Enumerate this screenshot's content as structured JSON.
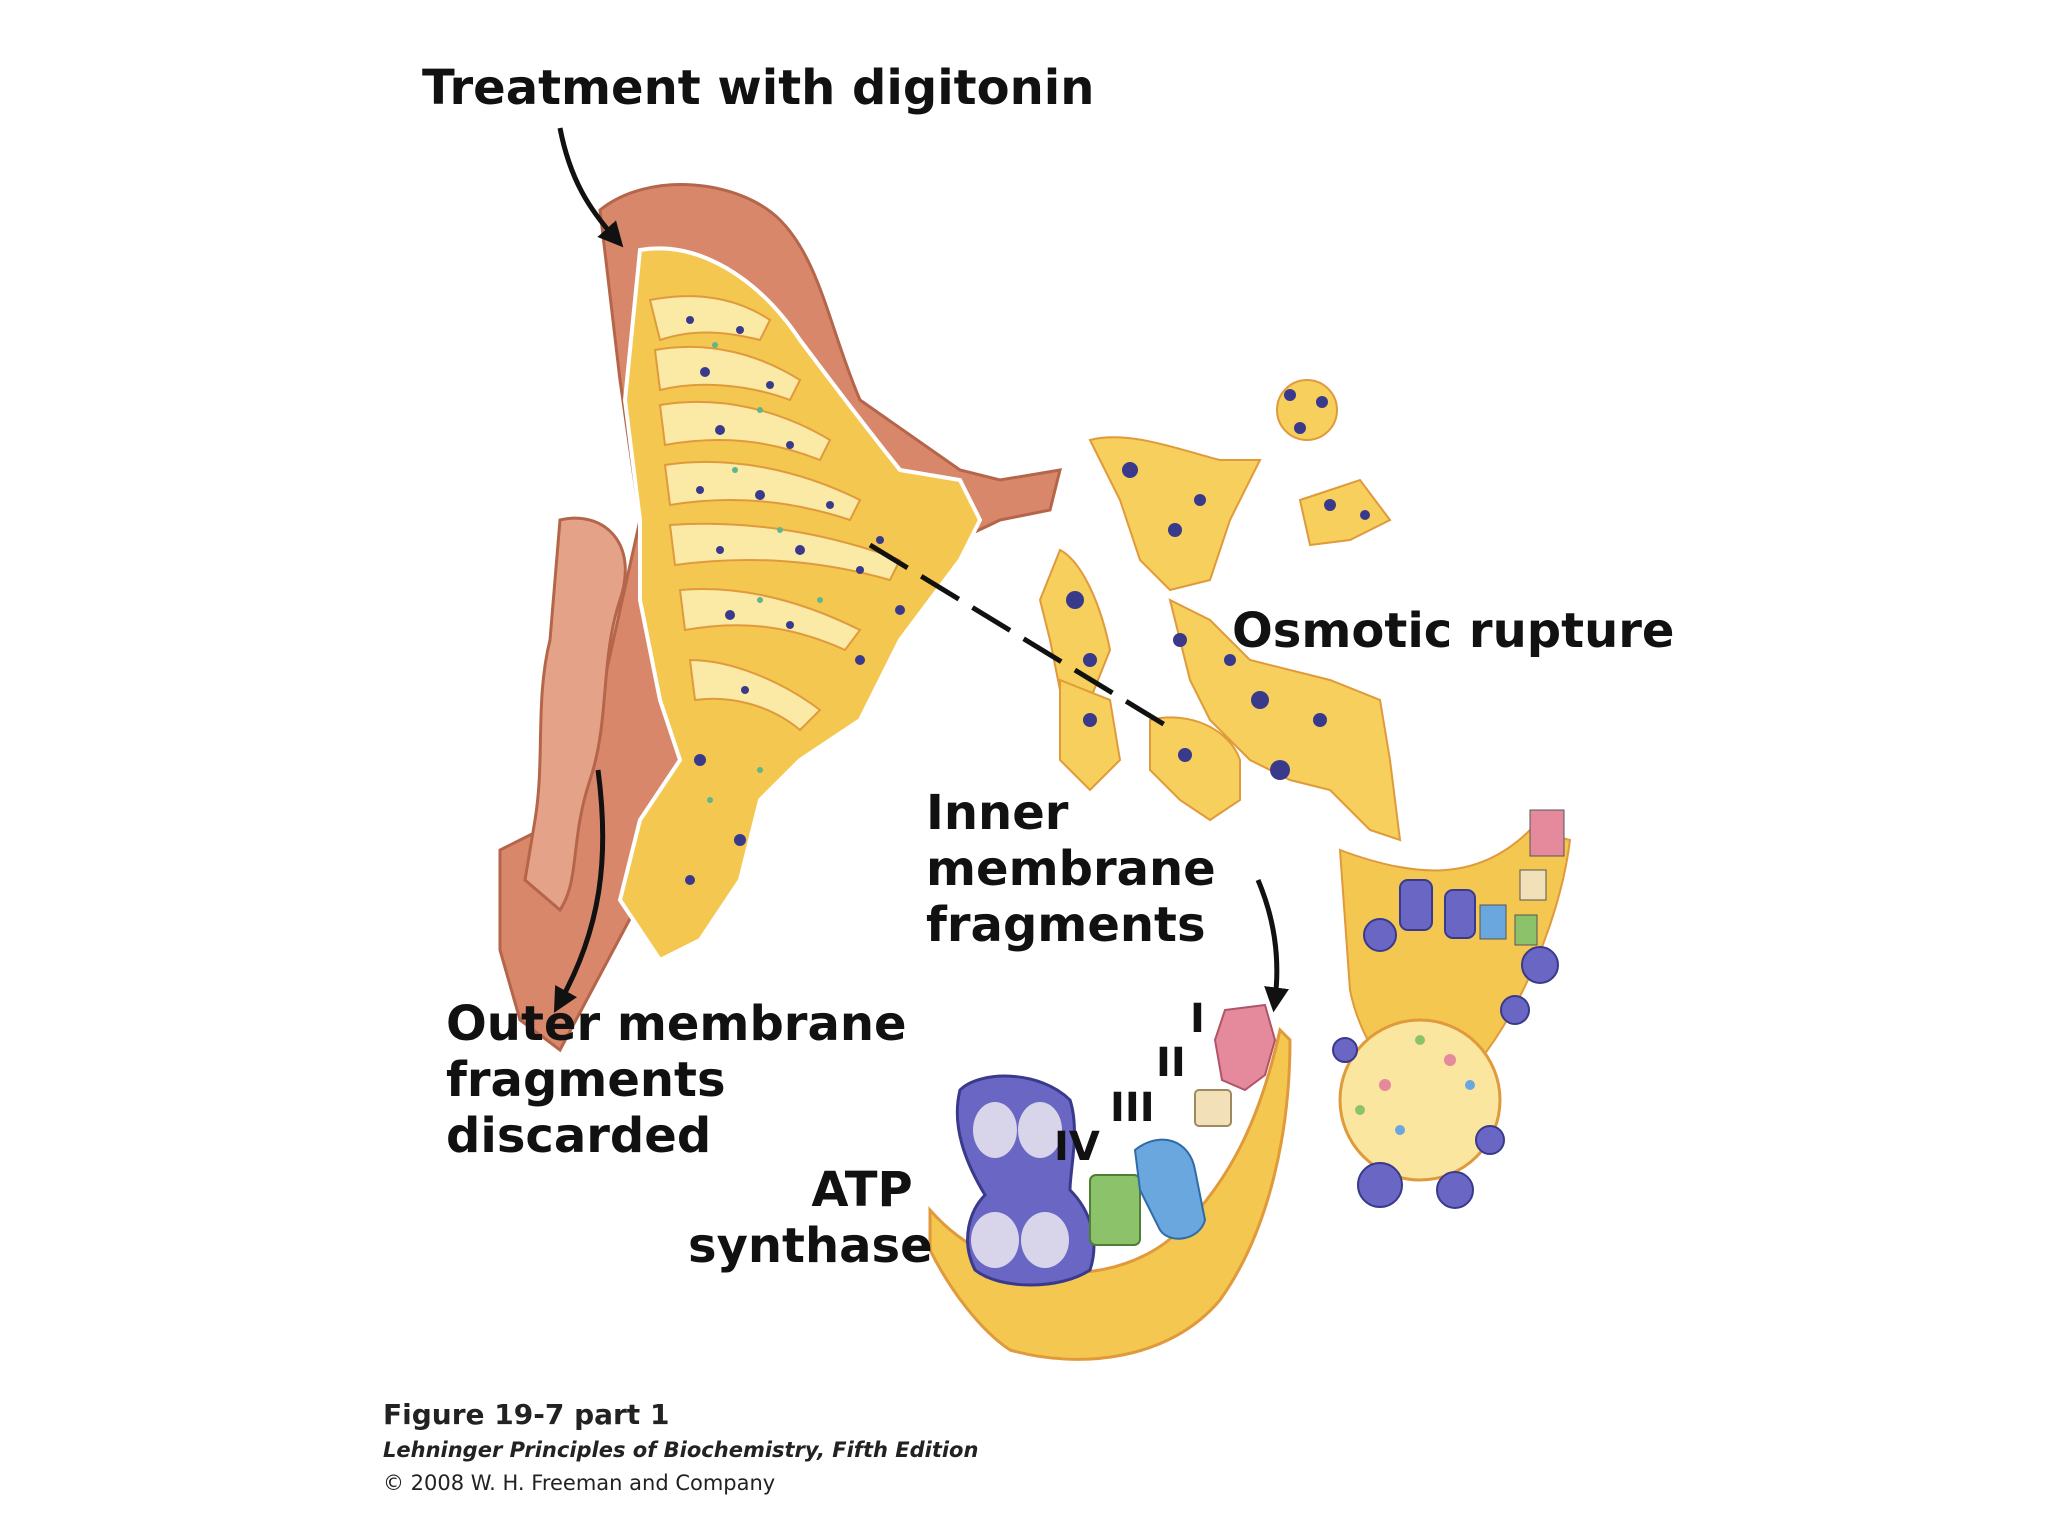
{
  "labels": {
    "treatment": "Treatment with digitonin",
    "osmotic": "Osmotic rupture",
    "inner": [
      "Inner",
      "membrane",
      "fragments"
    ],
    "outer": [
      "Outer membrane",
      "fragments",
      "discarded"
    ],
    "atp": [
      "ATP",
      "synthase"
    ]
  },
  "complexes": [
    "I",
    "II",
    "III",
    "IV"
  ],
  "caption": {
    "figure": "Figure 19-7 part 1",
    "source": "Lehninger Principles of Biochemistry, Fifth Edition",
    "copyright": "© 2008 W. H. Freeman and Company"
  },
  "colors": {
    "outer_membrane": "#d9876a",
    "inner_membrane": "#f4c750",
    "matrix": "#fbe9a6",
    "complex_I": "#e48a9c",
    "complex_II": "#f2e0b8",
    "complex_III": "#6aa7de",
    "complex_IV": "#8cc36a",
    "atp_synthase": "#6a66c4",
    "particles": "#3a3a8c",
    "arrow": "#111111"
  }
}
